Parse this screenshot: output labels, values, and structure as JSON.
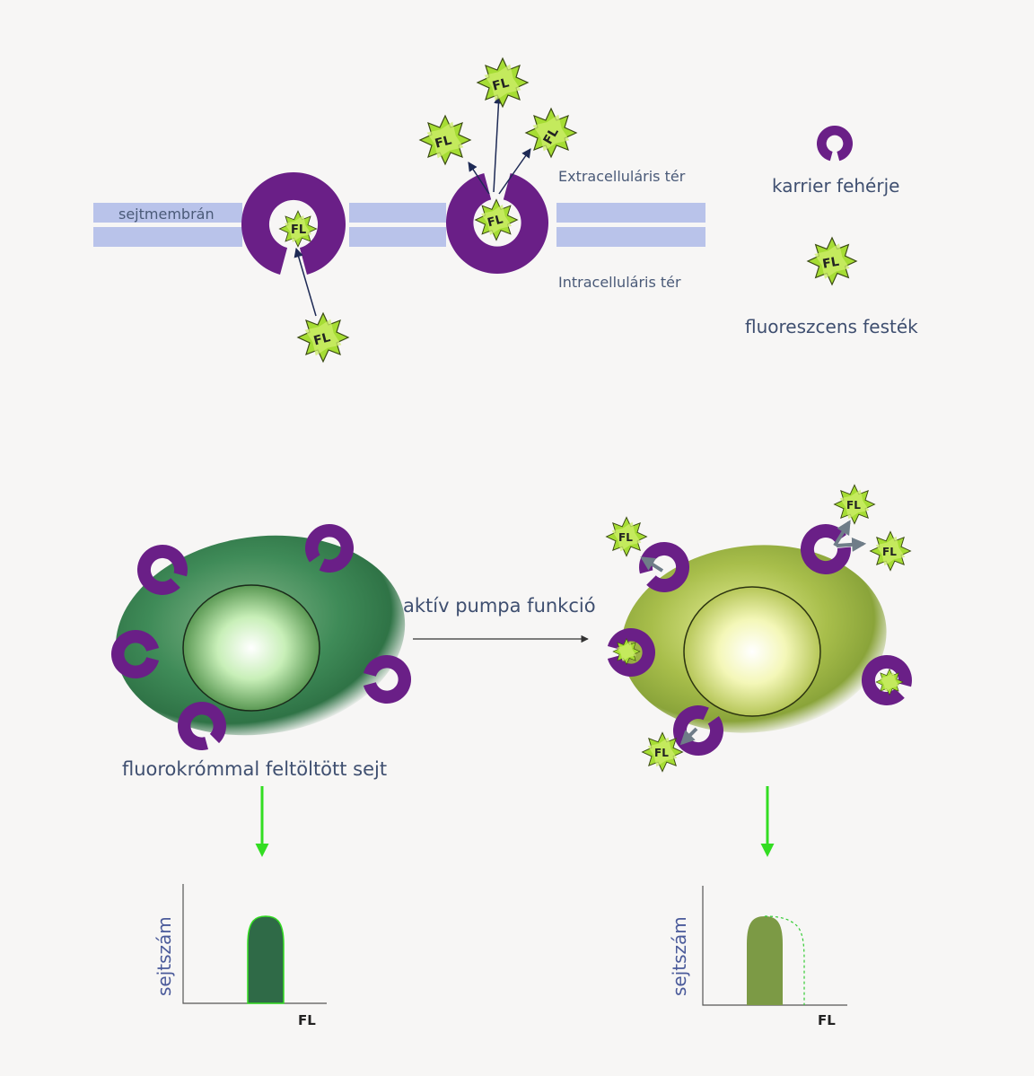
{
  "labels": {
    "membrane": "sejtmembrán",
    "extracellular": "Extracelluláris tér",
    "intracellular": "Intracelluláris tér",
    "carrier_legend": "karrier  fehérje",
    "dye_legend": "fluoreszcens  festék",
    "pump_function": "aktív  pumpa  funkció",
    "loaded_cell": "fluorokrómmal  feltöltött  sejt",
    "dye_mark": "FL"
  },
  "histograms": [
    {
      "ylabel": "sejtszám",
      "xlabel": "FL"
    },
    {
      "ylabel": "sejtszám",
      "xlabel": "FL"
    }
  ],
  "colors": {
    "carrier": "#6a1f87",
    "membrane": "#b9c3ea",
    "dye": "#9fd633",
    "text": "#4a5a78",
    "arrow_green": "#33dd22",
    "hist_dark": "#2f6a47",
    "hist_olive": "#7c9a45"
  }
}
